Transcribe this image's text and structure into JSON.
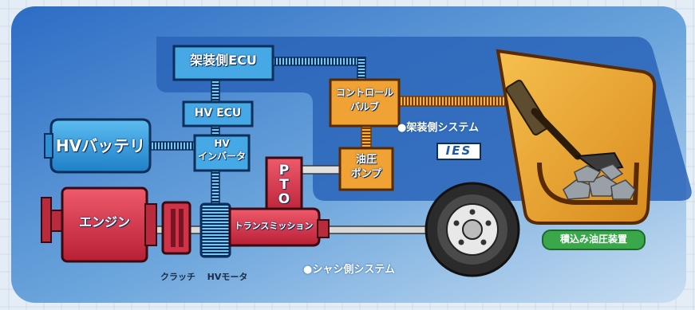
{
  "components": {
    "body_ecu": "架装側ECU",
    "hv_ecu": "HV ECU",
    "hv_inverter_line1": "HV",
    "hv_inverter_line2": "インバータ",
    "hv_battery": "HVバッテリ",
    "control_valve_line1": "コントロール",
    "control_valve_line2": "バルブ",
    "hydraulic_pump_line1": "油圧",
    "hydraulic_pump_line2": "ポンプ",
    "pto": "PTO",
    "engine": "エンジン",
    "transmission": "トランスミッション",
    "body_system": "●架装側システム",
    "ies_logo": "IES",
    "loading_device": "積込み油圧装置"
  },
  "captions": {
    "clutch": "クラッチ",
    "hv_motor": "HVモータ",
    "chassis_system": "●シャシ側システム"
  },
  "colors": {
    "ecu_fill": "#46a9e6",
    "ecu_stroke": "#0b2e5a",
    "orange_fill": "#f0a235",
    "red_fill": "#d8354a",
    "green_badge": "#3aa84a"
  }
}
